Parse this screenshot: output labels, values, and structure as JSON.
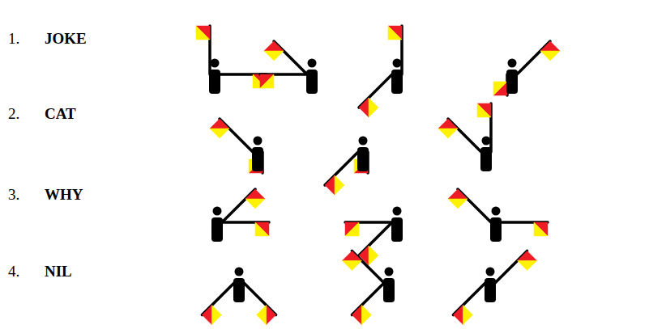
{
  "diagram": {
    "labels": [
      "1.",
      "JOKE",
      "2.",
      "CAT",
      "3.",
      "WHY",
      "4.",
      "NIL"
    ]
  }
}
